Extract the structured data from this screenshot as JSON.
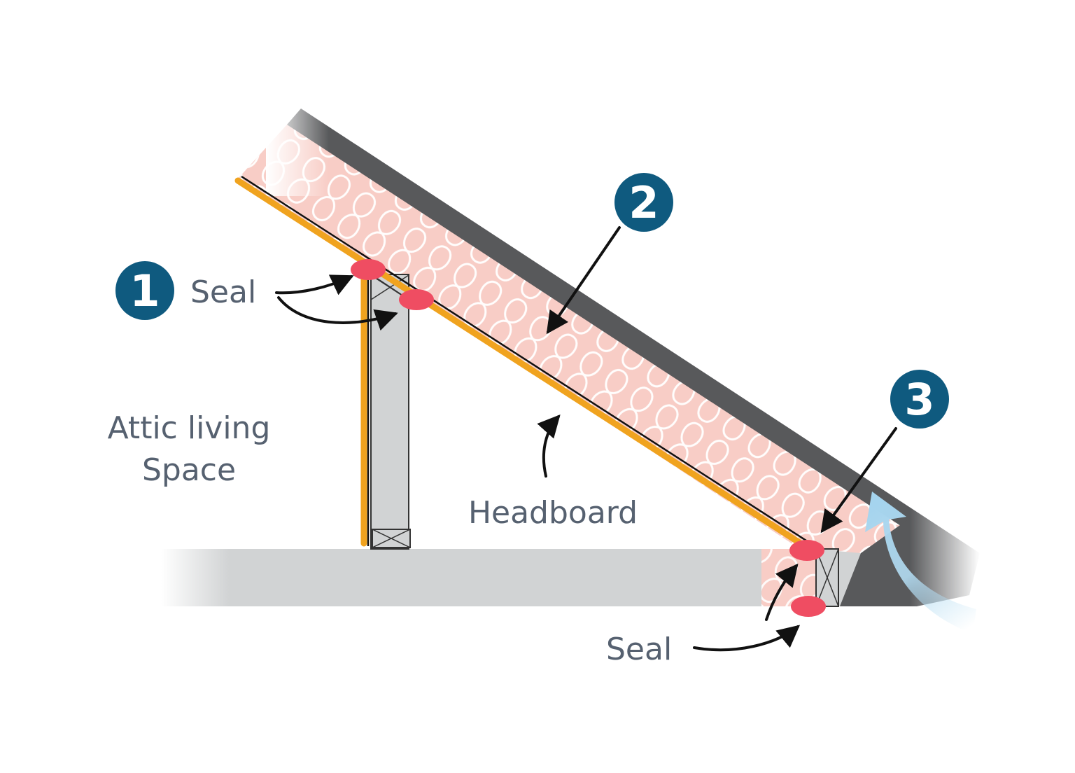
{
  "labels": {
    "seal_top": "Seal",
    "attic_line1": "Attic living",
    "attic_line2": "Space",
    "headboard": "Headboard",
    "seal_bottom": "Seal"
  },
  "badges": {
    "one": "1",
    "two": "2",
    "three": "3"
  },
  "colors": {
    "roof_deck": "#58595b",
    "insulation": "#f8cdc6",
    "insulation_pattern": "#ffffff",
    "vapor_retarder": "#f0a31f",
    "lumber": "#d1d3d4",
    "seal": "#ef4d62",
    "badge": "#0f5a7f",
    "airflow": "#b3dcf2",
    "text": "#566170",
    "arrow": "#111111"
  }
}
